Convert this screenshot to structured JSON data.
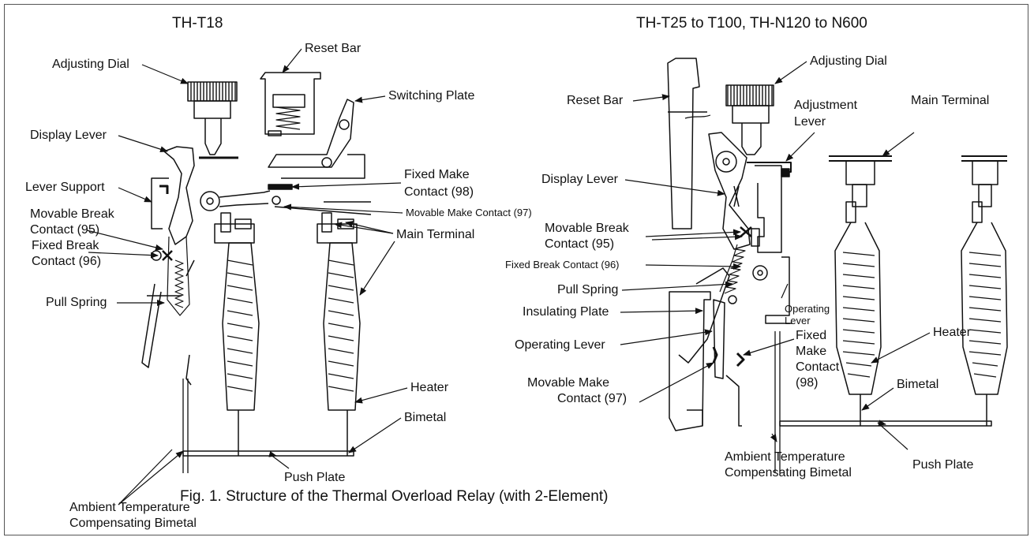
{
  "subtitles": {
    "left": "TH-T18",
    "right": "TH-T25 to T100, TH-N120 to N600"
  },
  "caption": "Fig. 1. Structure of the Thermal Overload Relay (with 2-Element)",
  "left": {
    "adjusting_dial": "Adjusting Dial",
    "reset_bar": "Reset Bar",
    "switching_plate": "Switching Plate",
    "display_lever": "Display Lever",
    "lever_support": "Lever Support",
    "fixed_make_contact_1": "Fixed Make",
    "fixed_make_contact_2": "Contact (98)",
    "movable_make_contact": "Movable Make Contact (97)",
    "movable_break_contact_1": "Movable Break",
    "movable_break_contact_2": "Contact (95)",
    "fixed_break_contact_1": "Fixed Break",
    "fixed_break_contact_2": "Contact (96)",
    "main_terminal": "Main Terminal",
    "pull_spring": "Pull Spring",
    "heater": "Heater",
    "bimetal": "Bimetal",
    "ambient_1": "Ambient Temperature",
    "ambient_2": "Compensating Bimetal",
    "push_plate": "Push Plate"
  },
  "right": {
    "adjusting_dial": "Adjusting Dial",
    "reset_bar": "Reset Bar",
    "adjustment_lever_1": "Adjustment",
    "adjustment_lever_2": "Lever",
    "main_terminal": "Main Terminal",
    "display_lever": "Display Lever",
    "movable_break_contact_1": "Movable Break",
    "movable_break_contact_2": "Contact (95)",
    "fixed_break_contact": "Fixed Break Contact (96)",
    "pull_spring": "Pull Spring",
    "insulating_plate": "Insulating Plate",
    "operating_lever_side_1": "Operating",
    "operating_lever_side_2": "Lever",
    "operating_lever": "Operating Lever",
    "heater": "Heater",
    "fixed_make_contact_1": "Fixed",
    "fixed_make_contact_2": "Make",
    "fixed_make_contact_3": "Contact",
    "fixed_make_contact_4": "(98)",
    "movable_make_contact_1": "Movable Make",
    "movable_make_contact_2": "Contact (97)",
    "bimetal": "Bimetal",
    "ambient_1": "Ambient Temperature",
    "ambient_2": "Compensating Bimetal",
    "push_plate": "Push Plate"
  }
}
